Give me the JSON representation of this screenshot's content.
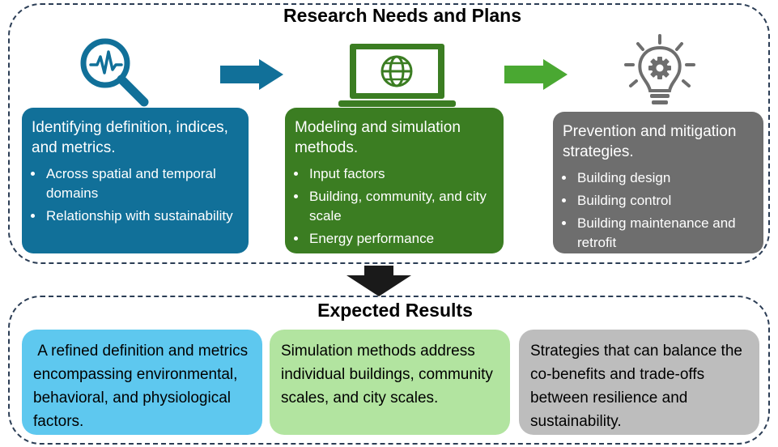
{
  "top_section": {
    "title": "Research Needs and Plans",
    "boxes": [
      {
        "heading": "Identifying definition, indices, and metrics.",
        "bullets": [
          "Across spatial and temporal domains",
          "Relationship with sustainability"
        ],
        "color": "#117099"
      },
      {
        "heading": "Modeling and simulation methods.",
        "bullets": [
          "Input factors",
          "Building, community, and city scale",
          "Energy performance"
        ],
        "color": "#3b7d22"
      },
      {
        "heading": "Prevention and mitigation strategies.",
        "bullets": [
          "Building design",
          "Building control",
          "Building maintenance and retrofit"
        ],
        "color": "#6e6e6e"
      }
    ],
    "icons": [
      "magnifier-pulse-icon",
      "laptop-globe-icon",
      "lightbulb-gear-icon"
    ],
    "arrow_colors": [
      "#117099",
      "#4aa832"
    ]
  },
  "bottom_section": {
    "title": "Expected Results",
    "boxes": [
      {
        "text": " A refined definition and metrics encompassing environmental, behavioral, and physiological factors.",
        "color": "#5ec8ef"
      },
      {
        "text": "Simulation methods address individual buildings, community scales, and city scales.",
        "color": "#b2e4a0"
      },
      {
        "text": "Strategies that can balance the co-benefits and trade-offs between resilience and sustainability.",
        "color": "#bdbdbd"
      }
    ]
  }
}
